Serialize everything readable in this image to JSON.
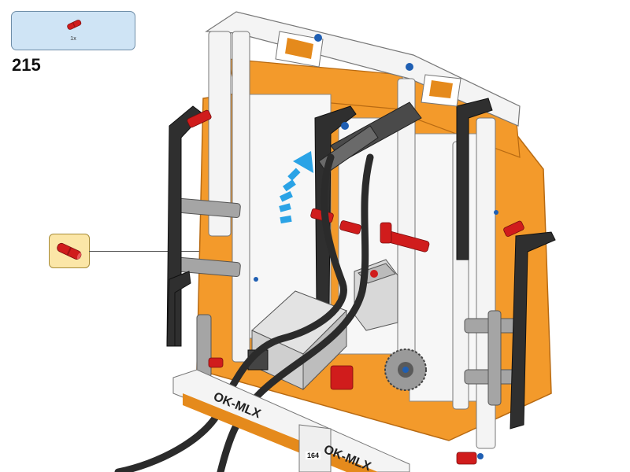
{
  "parts_list": {
    "quantity_label": "1x",
    "part_color": "#d01c1c"
  },
  "step": {
    "number": "215"
  },
  "callout": {
    "part_color": "#d01c1c"
  },
  "model": {
    "banner_text": "OK-MLX",
    "page_reference": "164",
    "colors": {
      "frame_orange": "#f39a2b",
      "beam_white": "#f4f4f4",
      "beam_gray": "#9a9a9a",
      "cable_black": "#2b2b2b",
      "motor_gray": "#d8d8d8",
      "pin_red": "#d01c1c",
      "pin_blue": "#1f5fb3",
      "arrow_blue": "#2aa3e6"
    }
  }
}
